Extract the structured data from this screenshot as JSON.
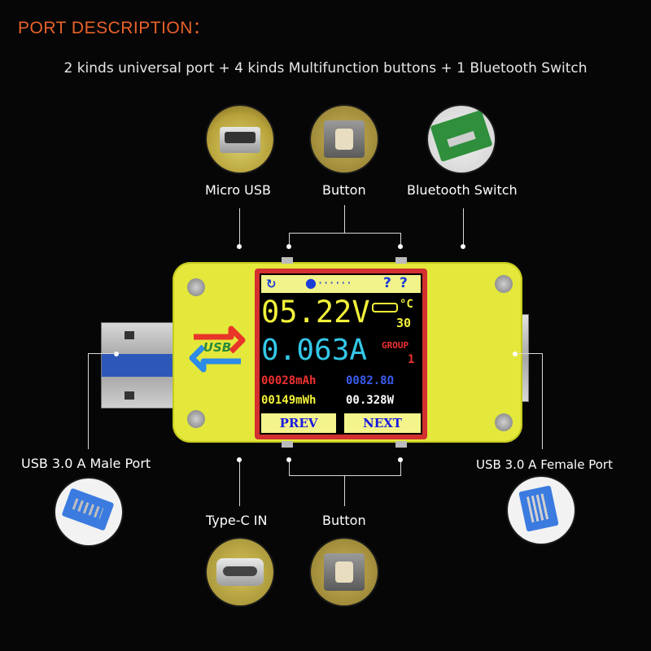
{
  "header": {
    "title": "PORT DESCRIPTION：",
    "subtitle": "2 kinds universal port + 4 kinds Multifunction buttons + 1 Bluetooth Switch"
  },
  "labels": {
    "micro_usb": "Micro USB",
    "button_top": "Button",
    "bluetooth_switch": "Bluetooth Switch",
    "usb_male": "USB 3.0 A Male Port",
    "usb_female": "USB 3.0 A Female Port",
    "type_c": "Type-C IN",
    "button_bottom": "Button"
  },
  "device": {
    "logo_text": "USB",
    "screen": {
      "voltage": "05.22V",
      "temp_unit": "°C",
      "temp_value": "30",
      "current": "0.063A",
      "group_label": "GROUP",
      "group_value": "1",
      "mah": "00028mAh",
      "ohm": "0082.8Ω",
      "mwh": "00149mWh",
      "watt": "00.328W",
      "prev": "PREV",
      "next": "NEXT",
      "status_question": "?"
    }
  },
  "colors": {
    "title": "#e8622a",
    "body_yellow": "#e4e83a",
    "lcd_bg": "#000000",
    "voltage": "#f2f23a",
    "current": "#34c8e8",
    "mah": "#f03030",
    "ohm": "#3a5cf0",
    "mwh": "#f2f23a",
    "watt": "#ffffff",
    "status_bar": "#f2f28a"
  }
}
